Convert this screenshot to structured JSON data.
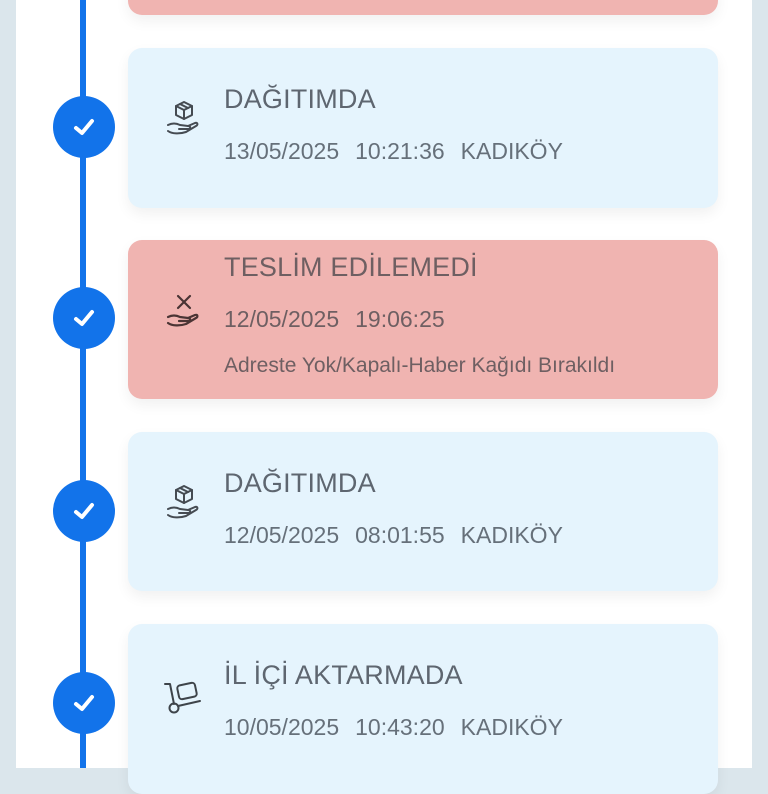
{
  "colors": {
    "timeline": "#1273ea",
    "card_in_progress": "#e5f4fd",
    "card_failed": "#f0b4b1",
    "background": "#dbe6ec"
  },
  "timeline": {
    "events": [
      {
        "status": "",
        "variant": "failed",
        "icon": "partial-card",
        "date": "",
        "time": "",
        "location": ""
      },
      {
        "status": "DAĞITIMDA",
        "variant": "in-progress",
        "icon": "hand-package-icon",
        "date": "13/05/2025",
        "time": "10:21:36",
        "location": "KADIKÖY",
        "completed": true
      },
      {
        "status": "TESLİM EDİLEMEDİ",
        "variant": "failed",
        "icon": "hand-x-icon",
        "date": "12/05/2025",
        "time": "19:06:25",
        "location": "",
        "note": "Adreste Yok/Kapalı-Haber Kağıdı Bırakıldı",
        "completed": true
      },
      {
        "status": "DAĞITIMDA",
        "variant": "in-progress",
        "icon": "hand-package-icon",
        "date": "12/05/2025",
        "time": "08:01:55",
        "location": "KADIKÖY",
        "completed": true
      },
      {
        "status": "İL İÇİ AKTARMADA",
        "variant": "in-progress",
        "icon": "hand-truck-icon",
        "date": "10/05/2025",
        "time": "10:43:20",
        "location": "KADIKÖY",
        "completed": true
      }
    ]
  }
}
